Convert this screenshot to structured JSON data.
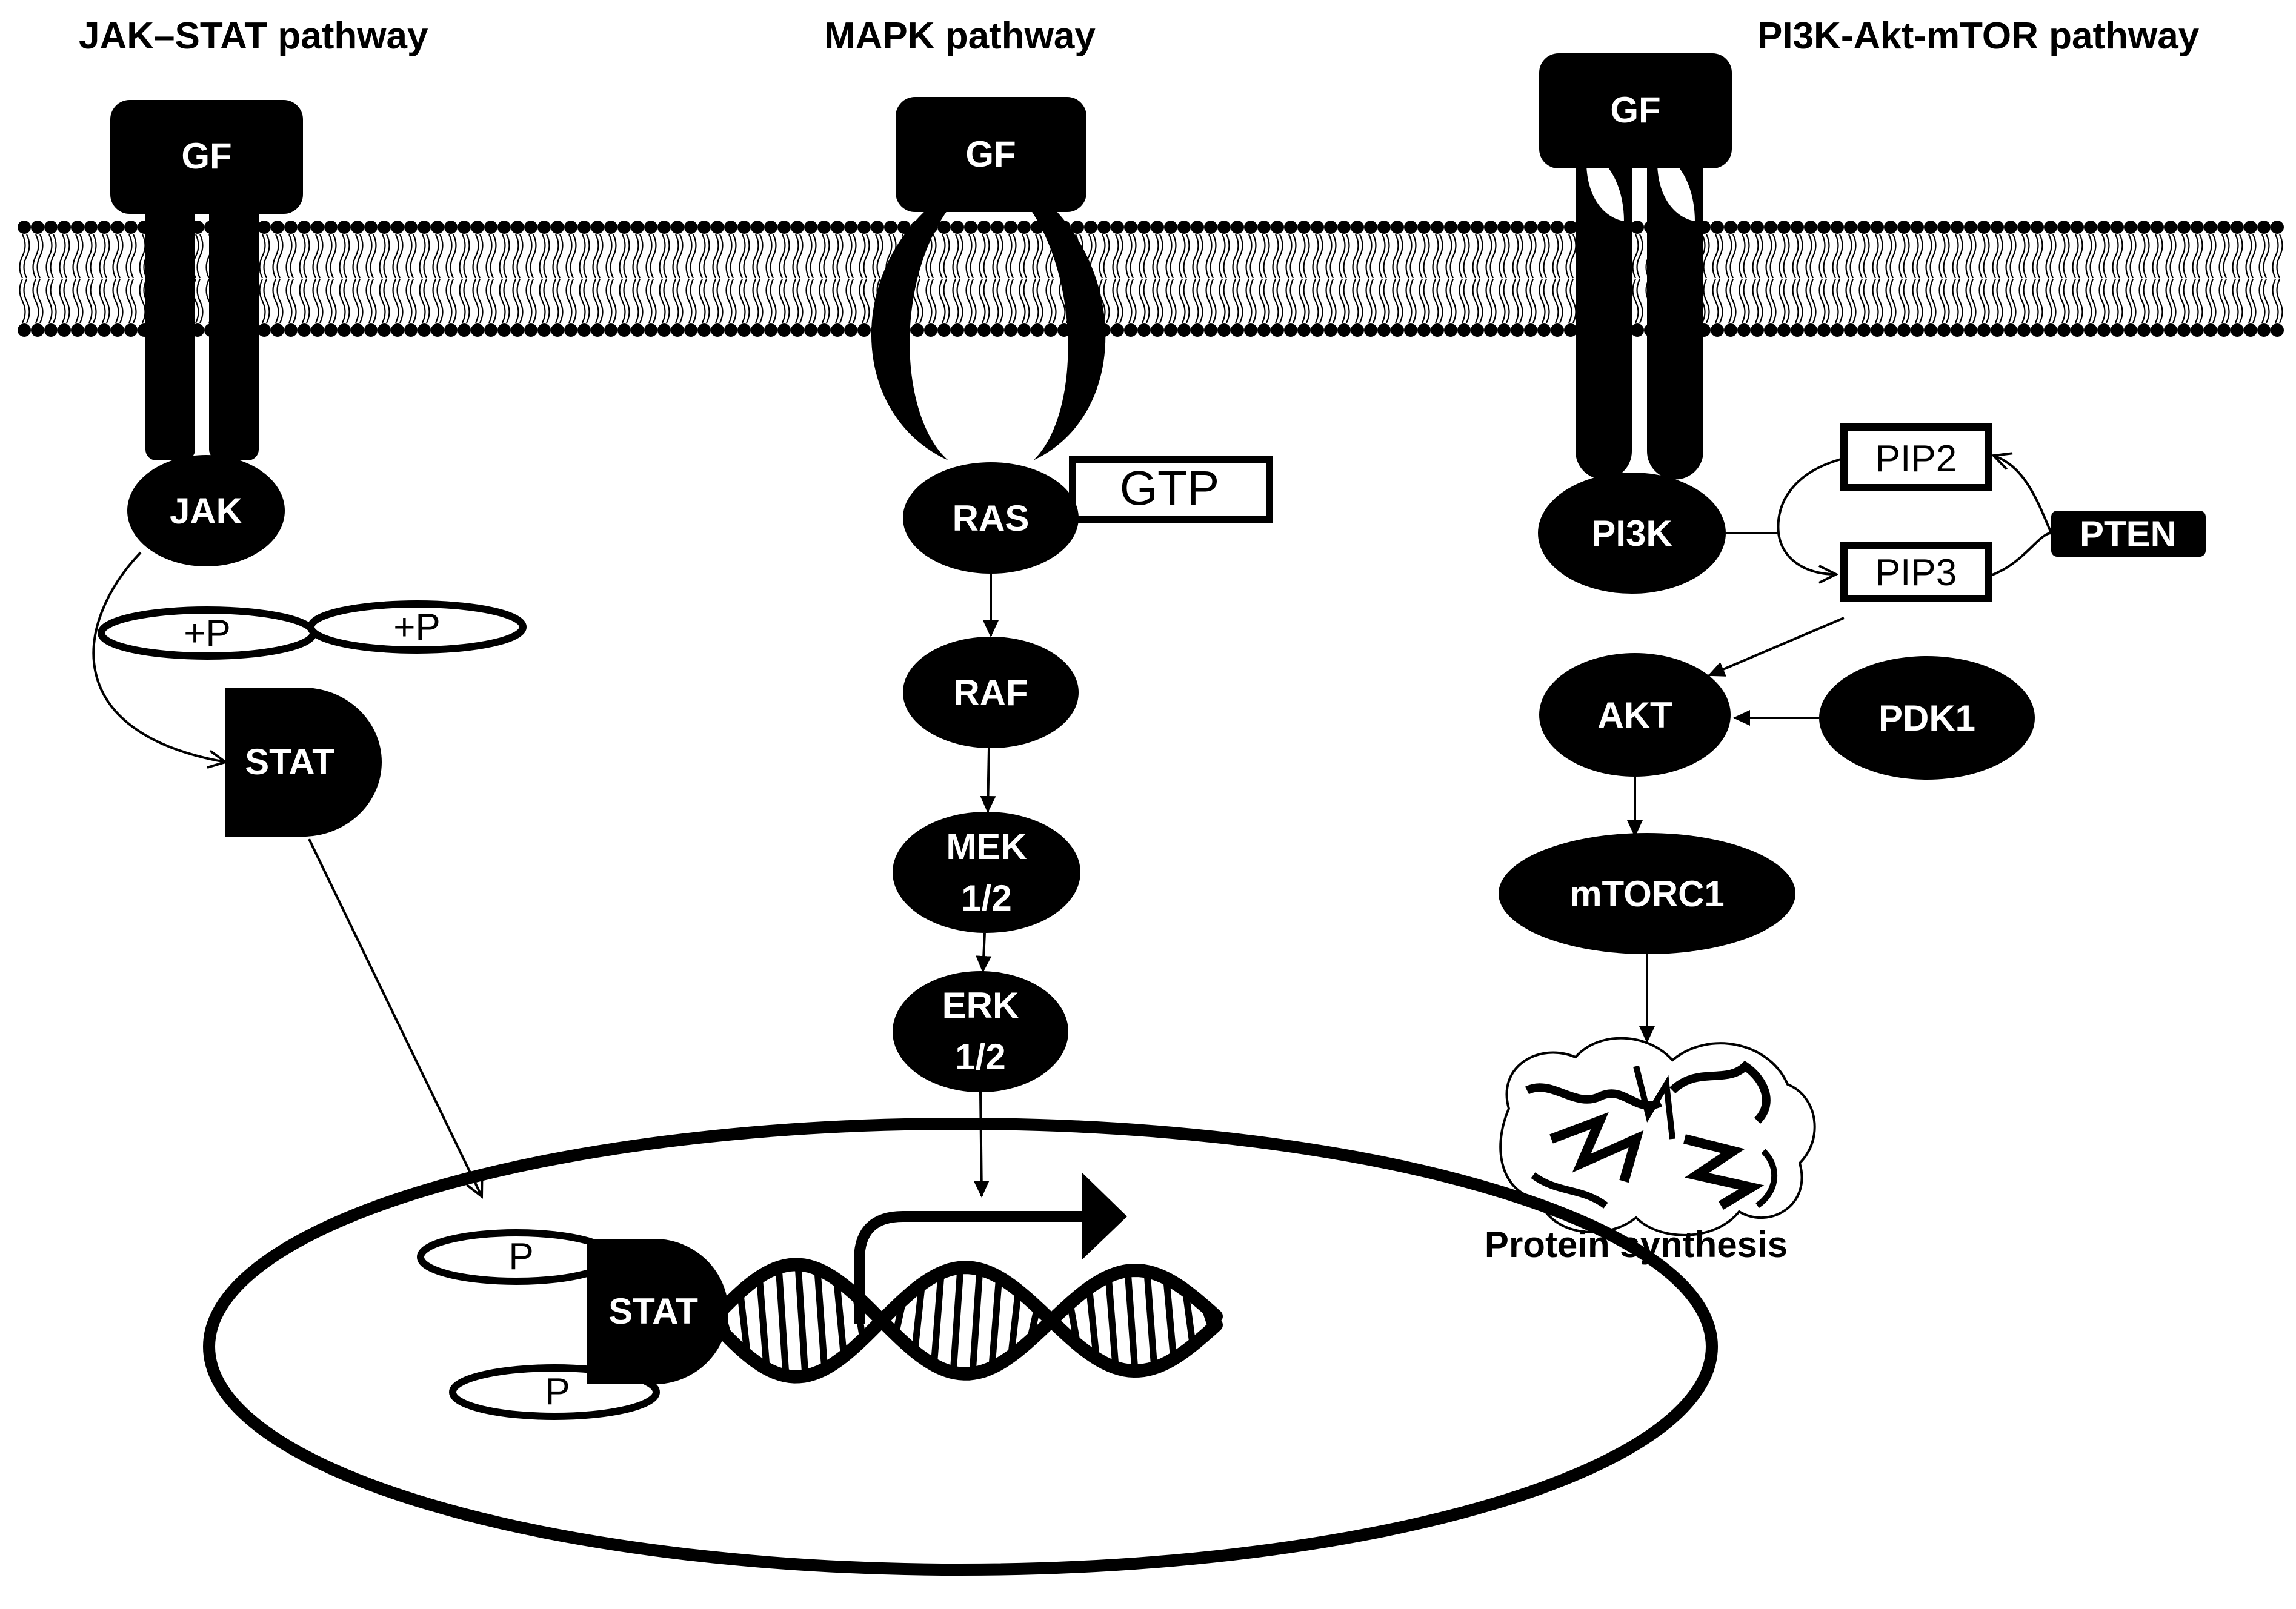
{
  "pathways": {
    "jak_stat": {
      "title": "JAK–STAT pathway",
      "gf": "GF",
      "jak": "JAK",
      "p_plus_1": "+P",
      "p_plus_2": "+P",
      "stat": "STAT"
    },
    "mapk": {
      "title": "MAPK pathway",
      "gf": "GF",
      "ras": "RAS",
      "gtp": "GTP",
      "raf": "RAF",
      "mek_line1": "MEK",
      "mek_line2": "1/2",
      "erk_line1": "ERK",
      "erk_line2": "1/2"
    },
    "pi3k": {
      "title": "PI3K-Akt-mTOR pathway",
      "gf": "GF",
      "pi3k": "PI3K",
      "pip2": "PIP2",
      "pip3": "PIP3",
      "pten": "PTEN",
      "akt": "AKT",
      "pdk1": "PDK1",
      "mtorc1": "mTORC1",
      "protein_synthesis": "Protein synthesis"
    }
  },
  "nucleus": {
    "p1": "P",
    "p2": "P",
    "stat": "STAT"
  }
}
